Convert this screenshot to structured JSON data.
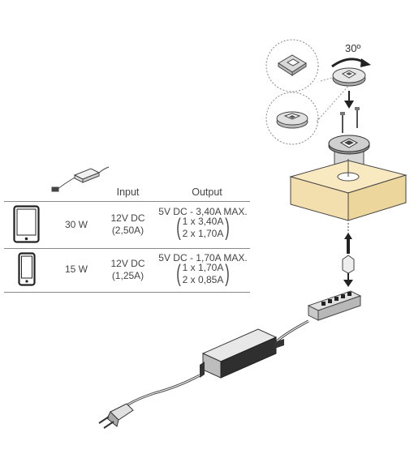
{
  "table": {
    "col_input": "Input",
    "col_output": "Output",
    "rows": [
      {
        "device": "tablet-icon",
        "power": "30 W",
        "input_v": "12V DC",
        "input_a": "(2,50A)",
        "output_main": "5V DC - 3,40A MAX.",
        "output_a": "1 x 3,40A",
        "output_b": "2 x 1,70A"
      },
      {
        "device": "phone-icon",
        "power": "15 W",
        "input_v": "12V DC",
        "input_a": "(1,25A)",
        "output_main": "5V DC - 1,70A MAX.",
        "output_a": "1 x 1,70A",
        "output_b": "2 x 0,85A"
      }
    ]
  },
  "rotation_label": "30º",
  "colors": {
    "line": "#444444",
    "wood": "#f7e6b8",
    "wood_side": "#e9d29a",
    "metal": "#bdbdbd",
    "dark": "#2b2b2b"
  }
}
